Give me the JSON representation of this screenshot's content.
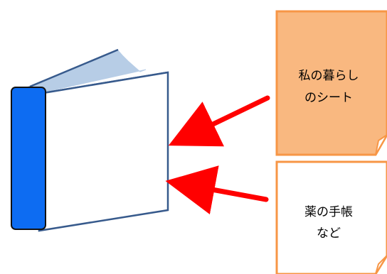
{
  "notes": [
    {
      "line1": "私の暮らし",
      "line2": "のシート",
      "fill": "#f9b880",
      "stroke": "#f79646",
      "fold_fill": "#ffffff"
    },
    {
      "line1": "薬の手帳",
      "line2": "など",
      "fill": "#ffffff",
      "stroke": "#f79646",
      "fold_fill": "#ffffff"
    }
  ],
  "colors": {
    "book_spine": "#0d6cf2",
    "book_outline": "#375a8c",
    "book_pages": "#b7cde6",
    "arrow": "#ff0000"
  },
  "icons": {
    "book": "open-book-icon",
    "arrow": "left-arrow-icon"
  }
}
